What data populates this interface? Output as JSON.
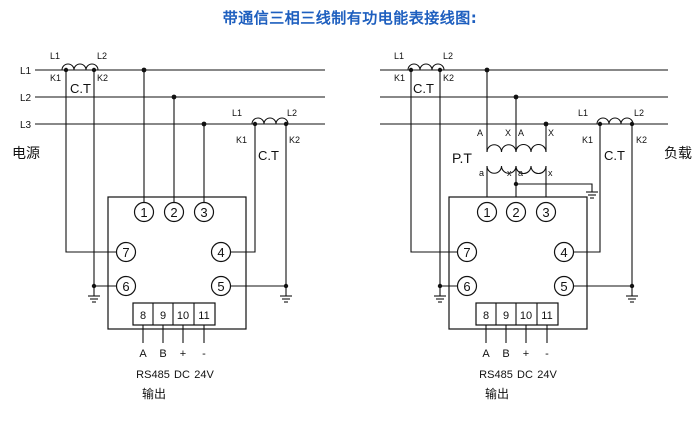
{
  "title": "带通信三相三线制有功电能表接线图:",
  "labels": {
    "L1": "L1",
    "L2": "L2",
    "L3": "L3",
    "K1": "K1",
    "K2": "K2",
    "ct": "C.T",
    "pt": "P.T",
    "source": "电源",
    "load": "负载",
    "A": "A",
    "X": "X",
    "a": "a",
    "x": "x"
  },
  "terminals": {
    "t1": "1",
    "t2": "2",
    "t3": "3",
    "t4": "4",
    "t5": "5",
    "t6": "6",
    "t7": "7",
    "t8": "8",
    "t9": "9",
    "t10": "10",
    "t11": "11"
  },
  "comm": {
    "a_label": "A",
    "b_label": "B",
    "plus": "+",
    "minus": "-",
    "rs485": "RS485",
    "dc": "DC",
    "v24": "24V",
    "output": "输出"
  }
}
